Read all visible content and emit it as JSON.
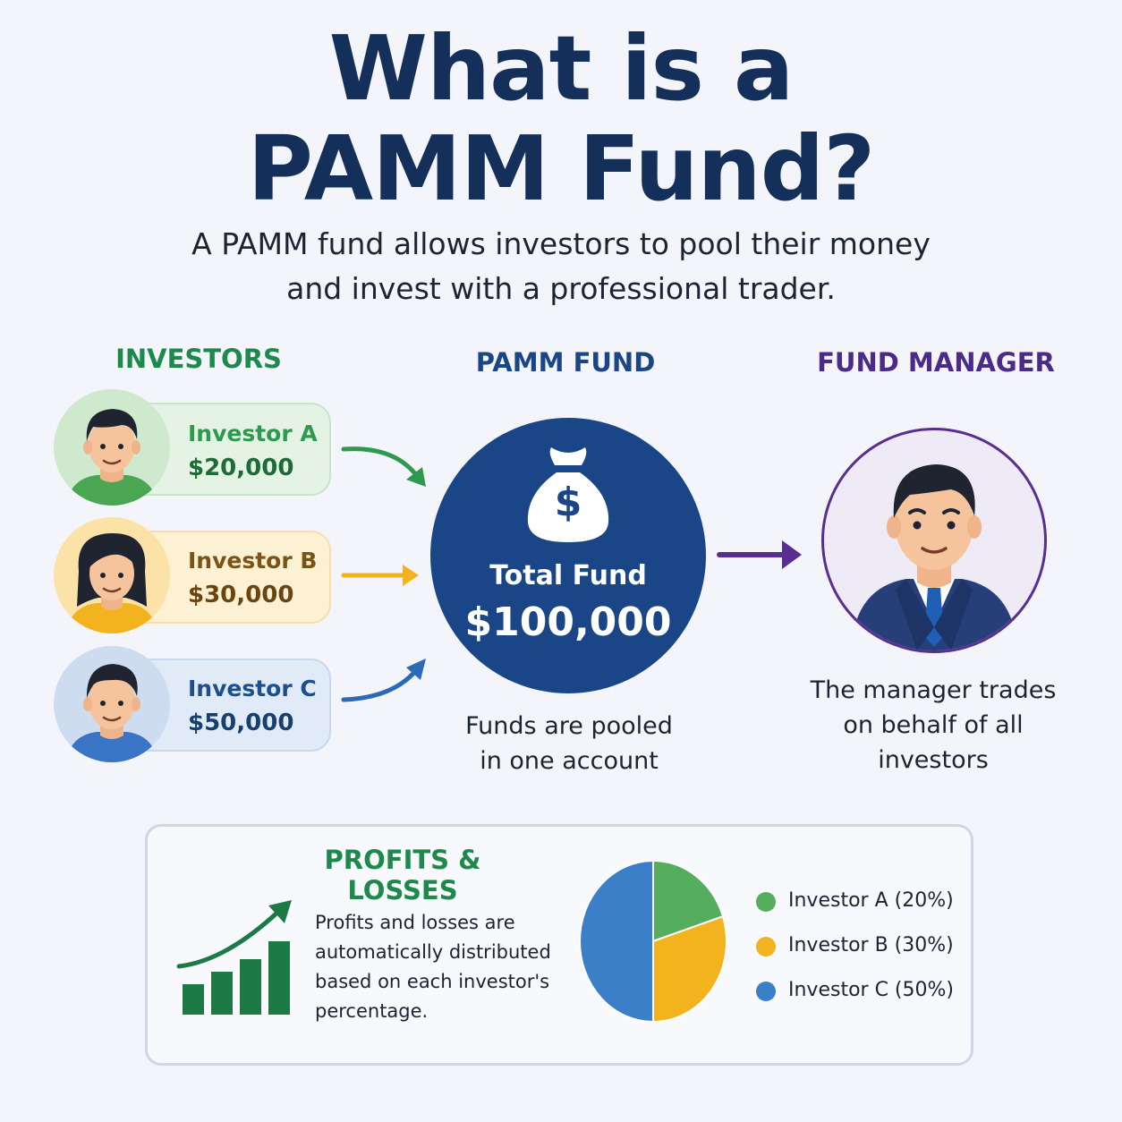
{
  "title": {
    "line1": "What is a",
    "line2": "PAMM Fund?"
  },
  "subtitle": {
    "line1": "A PAMM fund allows investors to pool their money",
    "line2": "and invest with a professional trader."
  },
  "columns": {
    "investors": "INVESTORS",
    "pamm_fund": "PAMM FUND",
    "fund_manager": "FUND MANAGER"
  },
  "investors": [
    {
      "name": "Investor A",
      "amount": "$20,000",
      "color": "#2e9a4f",
      "fill": "#e4f3e4",
      "border": "#c7e6c8"
    },
    {
      "name": "Investor B",
      "amount": "$30,000",
      "color": "#7a5416",
      "fill": "#fdf1d3",
      "border": "#f5dfa6"
    },
    {
      "name": "Investor C",
      "amount": "$50,000",
      "color": "#1c4f8d",
      "fill": "#e1ebf7",
      "border": "#c6d8ee"
    }
  ],
  "fund": {
    "label": "Total Fund",
    "amount": "$100,000",
    "money_symbol": "$",
    "caption_line1": "Funds are pooled",
    "caption_line2": "in one account",
    "color": "#1a4587"
  },
  "manager": {
    "caption_line1": "The manager trades",
    "caption_line2": "on behalf of all",
    "caption_line3": "investors",
    "ring_color": "#5a2d91"
  },
  "profits": {
    "heading": "PROFITS & LOSSES",
    "text_line1": "Profits and losses are",
    "text_line2": "automatically distributed",
    "text_line3": "based on each investor's",
    "text_line4": "percentage."
  },
  "chart_data": {
    "type": "pie",
    "labels": [
      "Investor A (20%)",
      "Investor B (30%)",
      "Investor C (50%)"
    ],
    "values": [
      20,
      30,
      50
    ],
    "colors": [
      "#55ad5e",
      "#f2b31e",
      "#3a7fc8"
    ],
    "legend": "right"
  },
  "colors": {
    "title": "#14305a",
    "investors_head": "#1d8a4c",
    "pamm_head": "#1a4587",
    "manager_head": "#4b2a8a",
    "arrow_a": "#2e9a4f",
    "arrow_b": "#f2b31e",
    "arrow_c": "#2a6ab8",
    "arrow_manager": "#5a2d91"
  }
}
